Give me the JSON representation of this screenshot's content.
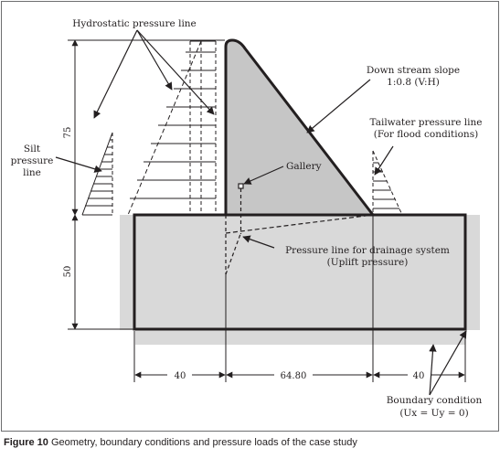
{
  "caption": {
    "label": "Figure 10",
    "text": "Geometry, boundary conditions and pressure loads of the case study"
  },
  "labels": {
    "hydrostatic": "Hydrostatic pressure line",
    "downstream_1": "Down stream slope",
    "downstream_2": "1:0.8 (V:H)",
    "tailwater_1": "Tailwater pressure line",
    "tailwater_2": "(For flood conditions)",
    "silt_1": "Silt",
    "silt_2": "pressure",
    "silt_3": "line",
    "gallery": "Gallery",
    "drainage_1": "Pressure line for drainage system",
    "drainage_2": "(Uplift pressure)",
    "boundary_1": "Boundary condition",
    "boundary_2": "(Ux = Uy = 0)"
  },
  "dimensions": {
    "dam_height": "75",
    "foundation_depth": "50",
    "upstream_length": "40",
    "base_width": "64.80",
    "downstream_length": "40"
  },
  "colors": {
    "ink": "#231f20",
    "dam_fill": "#c6c6c6",
    "foundation_fill": "#d9d9d9",
    "frame": "#6d6e70"
  }
}
